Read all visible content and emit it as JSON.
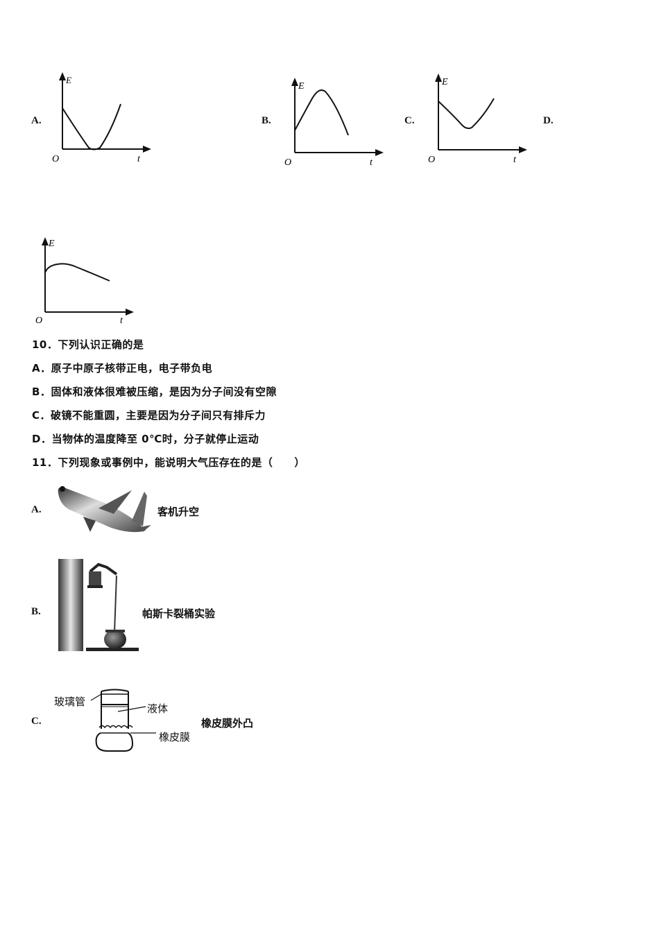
{
  "question9": {
    "options": [
      {
        "letter": "A.",
        "shape": "parabola dipping to zero then rising"
      },
      {
        "letter": "B.",
        "shape": "rises from positive value to peak then falls"
      },
      {
        "letter": "C.",
        "shape": "falls to positive minimum then rises"
      },
      {
        "letter": "D.",
        "shape": "slight rise to early peak then slow decline"
      }
    ],
    "axis": {
      "y_label": "E",
      "x_label": "t",
      "origin_label": "O"
    }
  },
  "question10": {
    "stem": "10．下列认识正确的是",
    "options": [
      {
        "letter": "A．",
        "text": "原子中原子核带正电，电子带负电"
      },
      {
        "letter": "B．",
        "text": "固体和液体很难被压缩，是因为分子间没有空隙"
      },
      {
        "letter": "C．",
        "text": "破镜不能重圆，主要是因为分子间只有排斥力"
      },
      {
        "letter": "D．",
        "text": "当物体的温度降至 0℃时，分子就停止运动"
      }
    ]
  },
  "question11": {
    "stem": "11．下列现象或事例中，能说明大气压存在的是（　　）",
    "options": [
      {
        "letter": "A.",
        "caption": "客机升空",
        "image": "airplane-taking-off"
      },
      {
        "letter": "B.",
        "caption": "帕斯卡裂桶实验",
        "image": "pascal-barrel-experiment"
      },
      {
        "letter": "C.",
        "caption": "橡皮膜外凸",
        "image": "glass-tube-rubber-membrane",
        "labels": {
          "tube": "玻璃管",
          "liquid": "液体",
          "membrane": "橡皮膜"
        }
      }
    ]
  },
  "chart_data": [
    {
      "type": "line",
      "title": "A",
      "xlabel": "t",
      "ylabel": "E",
      "x": [
        0,
        0.2,
        0.4,
        0.5,
        0.6,
        0.8,
        1.0
      ],
      "values": [
        0.7,
        0.35,
        0.05,
        0,
        0.05,
        0.4,
        0.8
      ]
    },
    {
      "type": "line",
      "title": "B",
      "xlabel": "t",
      "ylabel": "E",
      "x": [
        0,
        0.2,
        0.35,
        0.5,
        0.7,
        0.9
      ],
      "values": [
        0.35,
        0.75,
        0.95,
        0.85,
        0.5,
        0.1
      ]
    },
    {
      "type": "line",
      "title": "C",
      "xlabel": "t",
      "ylabel": "E",
      "x": [
        0,
        0.2,
        0.4,
        0.5,
        0.7,
        0.9
      ],
      "values": [
        0.75,
        0.55,
        0.35,
        0.32,
        0.5,
        0.8
      ]
    },
    {
      "type": "line",
      "title": "D",
      "xlabel": "t",
      "ylabel": "E",
      "x": [
        0,
        0.05,
        0.25,
        0.5,
        0.75,
        1.0
      ],
      "values": [
        0.55,
        0.65,
        0.7,
        0.6,
        0.5,
        0.4
      ]
    }
  ]
}
